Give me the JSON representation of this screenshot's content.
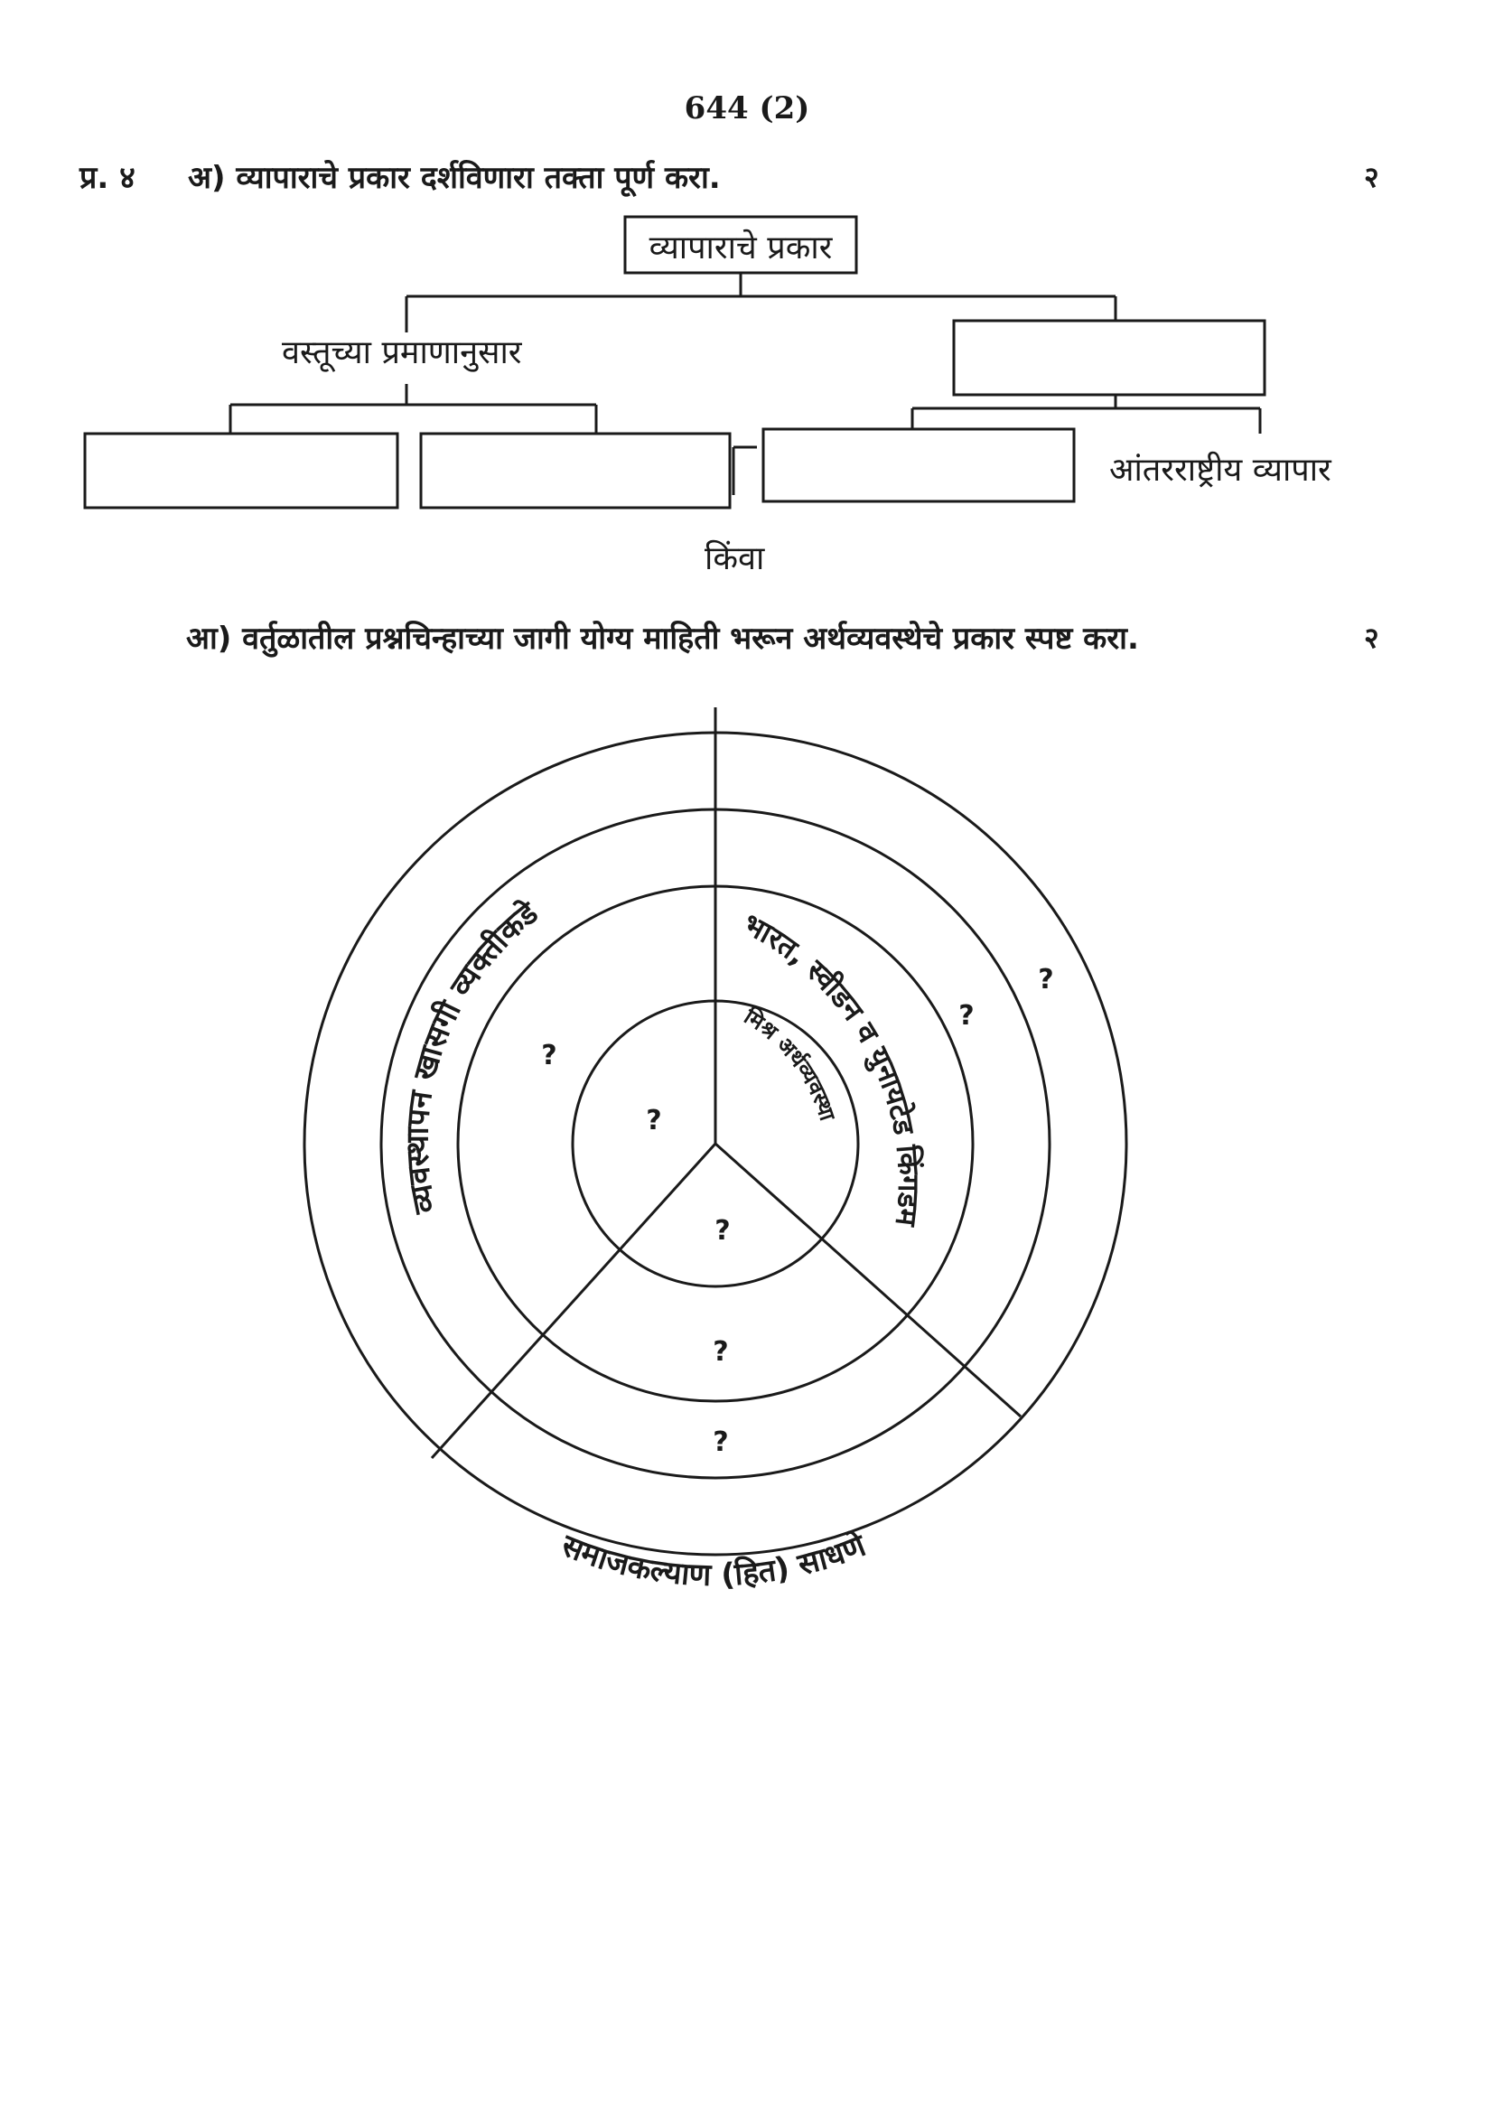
{
  "page_number": "644 (2)",
  "question": {
    "number": "प्र. ४",
    "part_a": {
      "text": "अ) व्यापाराचे प्रकार दर्शविणारा तक्ता पूर्ण करा.",
      "marks": "२",
      "root_label": "व्यापाराचे प्रकार",
      "left_branch_label": "वस्तूच्या प्रमाणानुसार",
      "right_leaf_label": "आंतरराष्ट्रीय व्यापार"
    },
    "or_text": "किंवा",
    "part_b": {
      "text": "आ) वर्तुळातील प्रश्नचिन्हाच्या जागी योग्य माहिती भरून अर्थव्यवस्थेचे प्रकार स्पष्ट करा.",
      "marks": "२",
      "labels": {
        "management_private": "व्यवस्थापन खासगी व्यक्तीकडे",
        "countries": "भारत, स्वीडन व युनायटेड किंगडम",
        "mixed_economy": "मिश्र अर्थव्यवस्था",
        "social_welfare": "समाजकल्याण (हित) साधणे"
      },
      "q_mark": "?"
    }
  }
}
